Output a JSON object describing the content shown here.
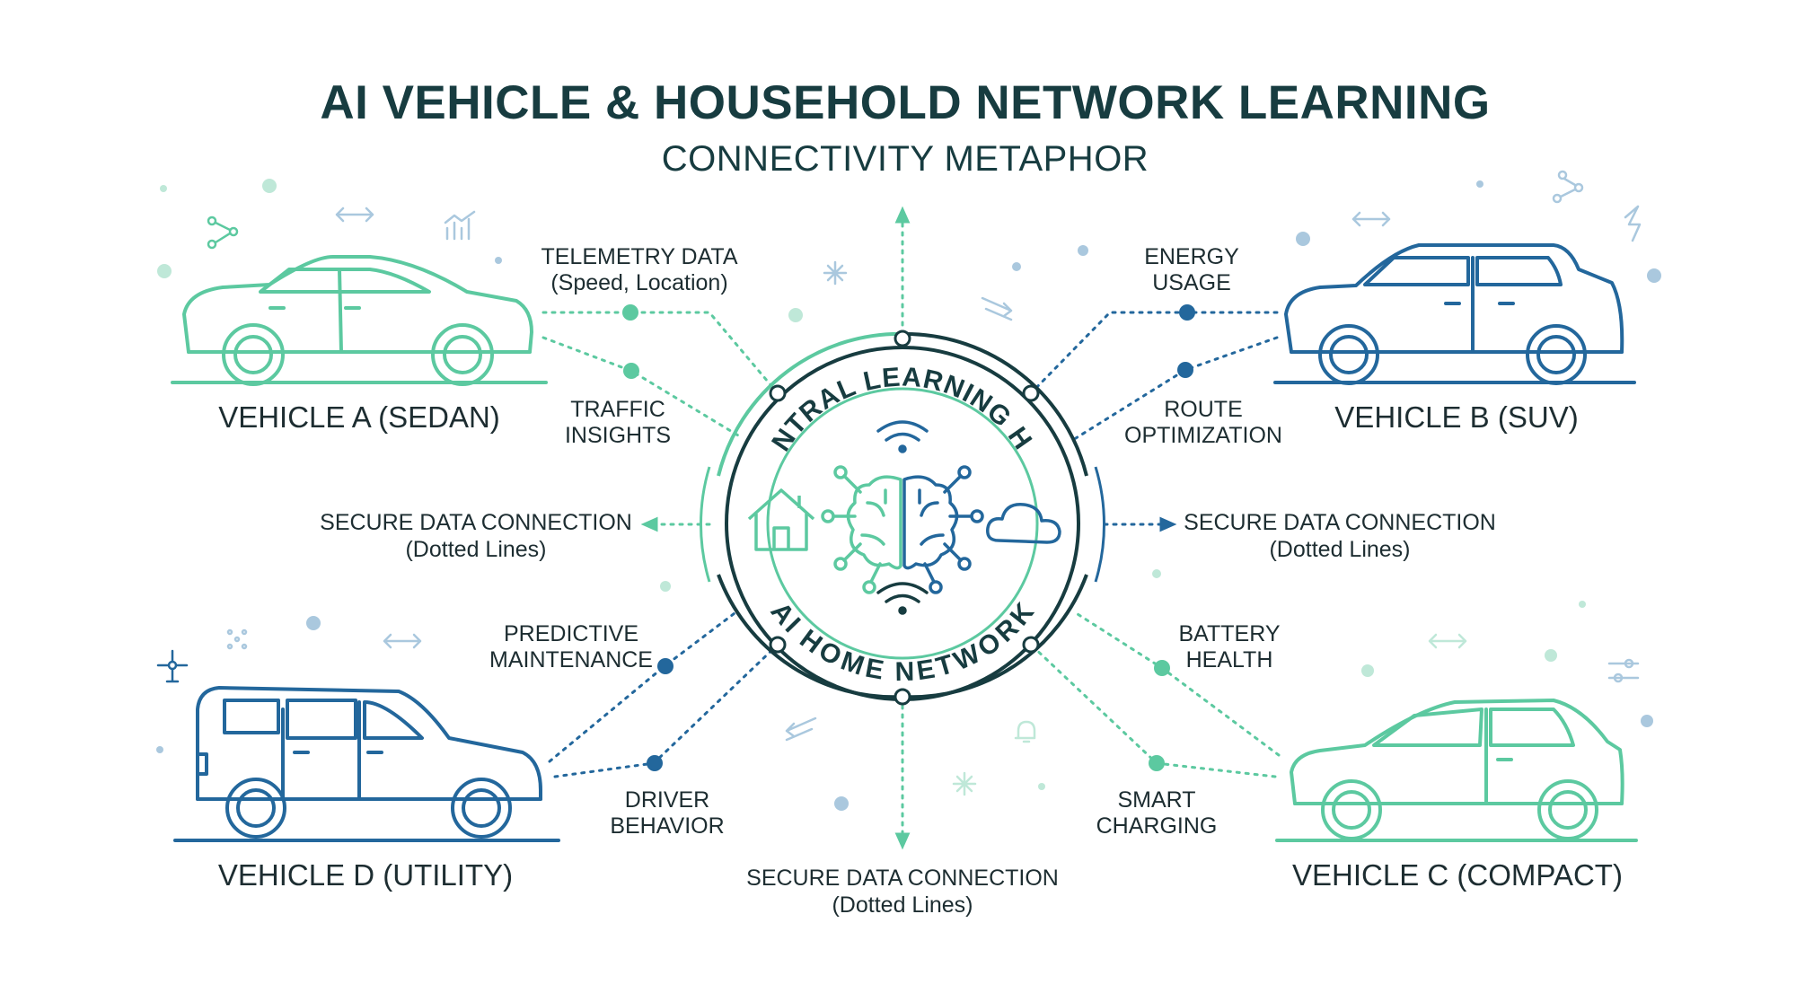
{
  "title": "AI VEHICLE & HOUSEHOLD NETWORK LEARNING",
  "subtitle": "CONNECTIVITY METAPHOR",
  "hub": {
    "top_text": "CENTRAL LEARNING HUB",
    "bottom_text": "AI HOME NETWORK",
    "icons": [
      "house-icon",
      "brain-network-icon",
      "cloud-icon",
      "wifi-icon"
    ]
  },
  "vehicles": {
    "a": "VEHICLE A (SEDAN)",
    "b": "VEHICLE B (SUV)",
    "c": "VEHICLE C (COMPACT)",
    "d": "VEHICLE D (UTILITY)"
  },
  "data_links": {
    "telemetry": {
      "line1": "TELEMETRY DATA",
      "line2": "(Speed, Location)"
    },
    "traffic": {
      "line1": "TRAFFIC",
      "line2": "INSIGHTS"
    },
    "energy": {
      "line1": "ENERGY",
      "line2": "USAGE"
    },
    "route": {
      "line1": "ROUTE",
      "line2": "OPTIMIZATION"
    },
    "predictive": {
      "line1": "PREDICTIVE",
      "line2": "MAINTENANCE"
    },
    "driver": {
      "line1": "DRIVER",
      "line2": "BEHAVIOR"
    },
    "battery": {
      "line1": "BATTERY",
      "line2": "HEALTH"
    },
    "charging": {
      "line1": "SMART",
      "line2": "CHARGING"
    }
  },
  "secure_connections": {
    "left": {
      "line1": "SECURE DATA CONNECTION",
      "line2": "(Dotted Lines)"
    },
    "right": {
      "line1": "SECURE DATA CONNECTION",
      "line2": "(Dotted Lines)"
    },
    "bottom": {
      "line1": "SECURE DATA CONNECTION",
      "line2": "(Dotted Lines)"
    }
  },
  "colors": {
    "navy": "#173c40",
    "teal": "#5cc9a0",
    "blue": "#23679c",
    "light_blue": "#aac8de",
    "light_teal": "#bfe8d8"
  }
}
